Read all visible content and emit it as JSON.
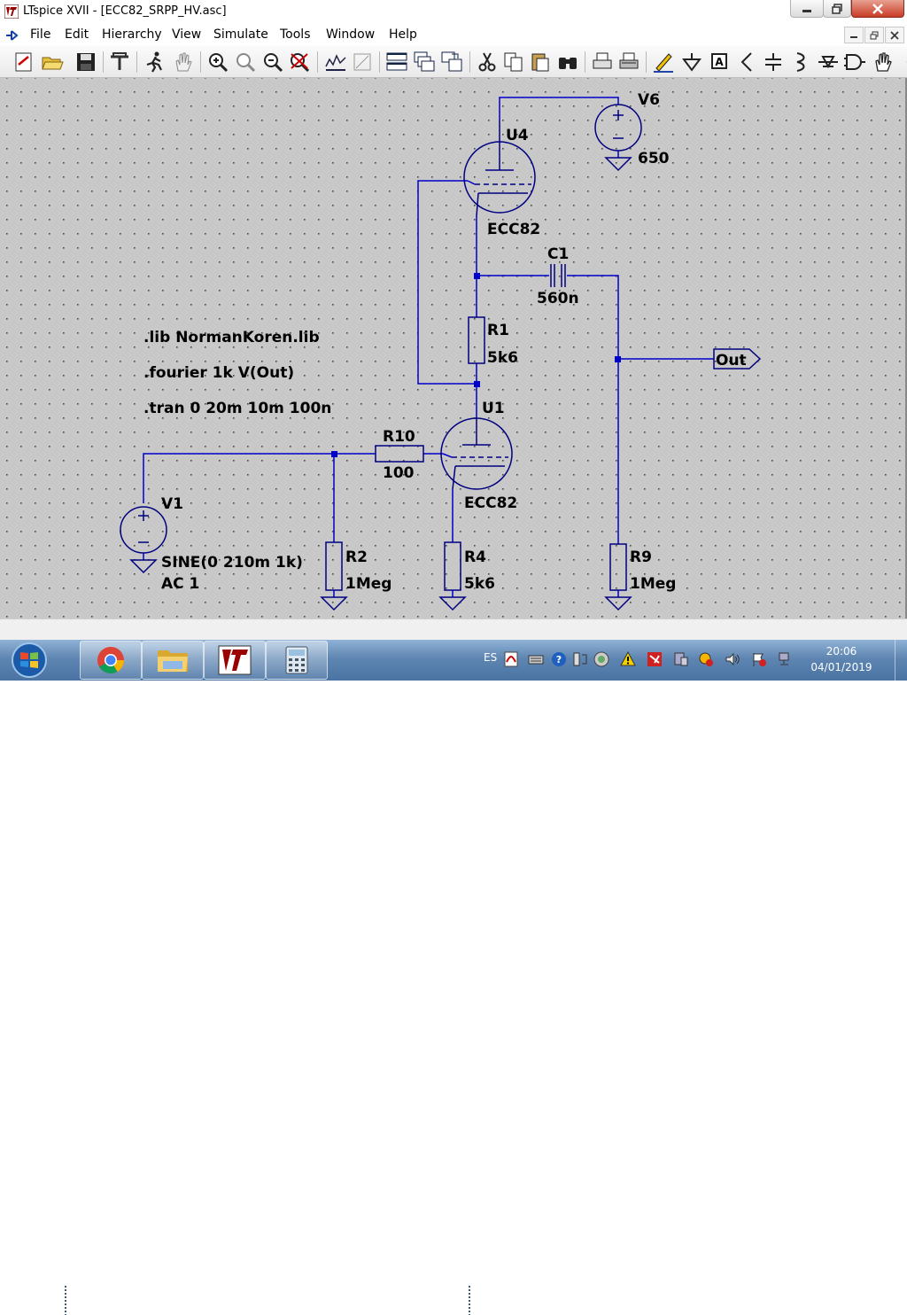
{
  "window": {
    "title": "LTspice XVII - [ECC82_SRPP_HV.asc]"
  },
  "menu": [
    "File",
    "Edit",
    "Hierarchy",
    "View",
    "Simulate",
    "Tools",
    "Window",
    "Help"
  ],
  "toolbar_icons": [
    "new-schematic-icon",
    "open-icon",
    "save-icon",
    "control-panel-icon",
    "run-icon",
    "halt-icon",
    "zoom-in-icon",
    "zoom-pan-icon",
    "zoom-out-icon",
    "zoom-fit-icon",
    "plot-settings-icon",
    "autorange-icon",
    "tile-horizontal-icon",
    "cascade-icon",
    "tile-vertical-icon",
    "cut-icon",
    "copy-icon",
    "paste-icon",
    "find-icon",
    "print-icon",
    "print-setup-icon",
    "draw-wire-icon",
    "ground-icon",
    "label-net-icon",
    "resistor-icon",
    "capacitor-icon",
    "inductor-icon",
    "diode-icon",
    "component-icon",
    "move-hand-icon"
  ],
  "schematic": {
    "components": {
      "V6": {
        "name": "V6",
        "value": "650"
      },
      "U4": {
        "name": "U4",
        "value": "ECC82"
      },
      "C1": {
        "name": "C1",
        "value": "560n"
      },
      "R1": {
        "name": "R1",
        "value": "5k6"
      },
      "U1": {
        "name": "U1",
        "value": "ECC82"
      },
      "R10": {
        "name": "R10",
        "value": "100"
      },
      "V1": {
        "name": "V1",
        "value": "SINE(0 210m 1k)",
        "value2": "AC 1"
      },
      "R2": {
        "name": "R2",
        "value": "1Meg"
      },
      "R4": {
        "name": "R4",
        "value": "5k6"
      },
      "R9": {
        "name": "R9",
        "value": "1Meg"
      }
    },
    "net_label": "Out",
    "directives": [
      ".lib NormanKoren.lib",
      ".fourier 1k V(Out)",
      ".tran 0 20m 10m 100n"
    ]
  },
  "colors": {
    "wire": "#0000c8",
    "component": "#000080",
    "grid_background": "#c8c8c8"
  },
  "taskbar": {
    "language": "ES",
    "time": "20:06",
    "date": "04/01/2019",
    "apps": [
      "start-orb-icon",
      "chrome-icon",
      "file-explorer-icon",
      "ltspice-icon",
      "calculator-icon"
    ]
  }
}
